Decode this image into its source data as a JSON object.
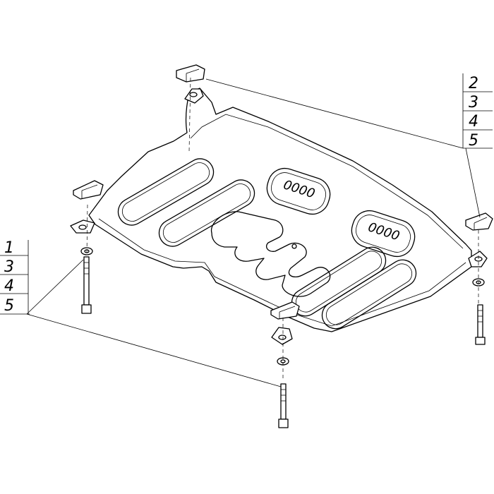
{
  "callouts": {
    "left": [
      "1",
      "3",
      "4",
      "5"
    ],
    "right": [
      "2",
      "3",
      "4",
      "5"
    ]
  },
  "plate_marks": {
    "upper": "0000",
    "lower": "0000"
  }
}
